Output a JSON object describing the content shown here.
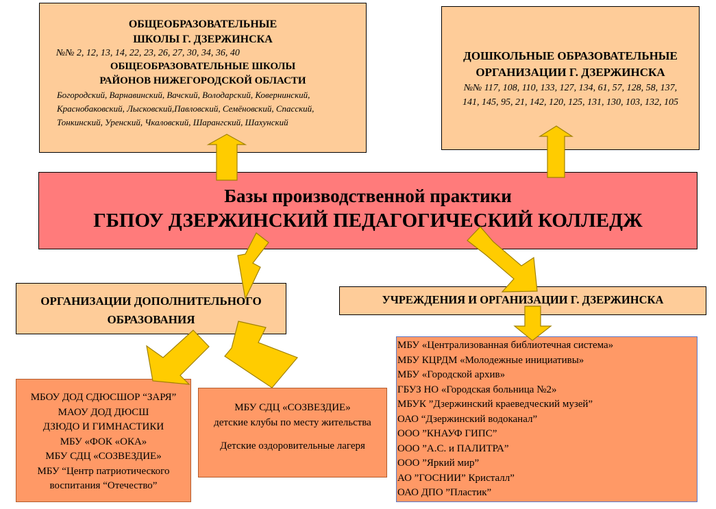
{
  "schools": {
    "title_line1": "ОБЩЕОБРАЗОВАТЕЛЬНЫЕ",
    "title_line2": "ШКОЛЫ Г. ДЗЕРЖИНСКА",
    "numbers": "№№  2, 12, 13, 14, 22, 23, 26, 27, 30, 34, 36, 40",
    "region_line1": "ОБЩЕОБРАЗОВАТЕЛЬНЫЕ ШКОЛЫ",
    "region_line2": "РАЙОНОВ НИЖЕГОРОДСКОЙ ОБЛАСТИ",
    "districts_line1": "Богородский, Варнавинский, Вачский, Володарский, Ковернинский,",
    "districts_line2": "Краснобаковский, Лысковский,Павловский, Семёновский, Спасский,",
    "districts_line3": "Тонкинский, Уренский, Чкаловский, Шарангский, Шахунский"
  },
  "preschool": {
    "title_line1": "ДОШКОЛЬНЫЕ ОБРАЗОВАТЕЛЬНЫЕ",
    "title_line2": "ОРГАНИЗАЦИИ Г. ДЗЕРЖИНСКА",
    "numbers_line1": "№№ 117, 108, 110, 133, 127, 134, 61, 57, 128, 58, 137,",
    "numbers_line2": "141, 145, 95, 21, 142, 120, 125, 131, 130, 103, 132, 105"
  },
  "center": {
    "title_line1": "Базы производственной практики",
    "title_line2": "ГБПОУ ДЗЕРЖИНСКИЙ   ПЕДАГОГИЧЕСКИЙ  КОЛЛЕДЖ"
  },
  "additional_education": {
    "title_line1": "ОРГАНИЗАЦИИ ДОПОЛНИТЕЛЬНОГО",
    "title_line2": "ОБРАЗОВАНИЯ"
  },
  "city_institutions": {
    "title": "УЧРЕЖДЕНИЯ  И  ОРГАНИЗАЦИИ  Г. ДЗЕРЖИНСКА"
  },
  "sports_orgs": {
    "lines": [
      "МБОУ ДОД СДЮСШОР “ЗАРЯ”",
      "МАОУ ДОД ДЮСШ",
      "ДЗЮДО И ГИМНАСТИКИ",
      "МБУ «ФОК «ОКА»",
      "МБУ СДЦ «СОЗВЕЗДИЕ»",
      "МБУ “Центр патриотического",
      "воспитания “Отечество”"
    ]
  },
  "sozvezdie": {
    "line1": "МБУ СДЦ «СОЗВЕЗДИЕ»",
    "line2": "детские клубы по месту жительства",
    "line3": "Детские оздоровительные лагеря"
  },
  "city_list": {
    "items": [
      "МБУ «Централизованная библиотечная система»",
      "МБУ КЦРДМ «Молодежные инициативы»",
      "МБУ «Городской архив»",
      "ГБУЗ НО «Городская больница №2»",
      "МБУК ”Дзержинский краеведческий музей”",
      "ОАО “Дзержинский водоканал”",
      "ООО ”КНАУФ ГИПС”",
      "ООО ”А.С. и ПАЛИТРА”",
      "ООО ”Яркий мир”",
      "АО ”ГОСНИИ” Кристалл”",
      "ОАО ДПО ”Пластик”"
    ]
  },
  "colors": {
    "peach": "#fecc99",
    "orange": "#ff9966",
    "red": "#ff7b7b",
    "arrow_fill": "#ffcc00",
    "arrow_stroke": "#a08000"
  }
}
